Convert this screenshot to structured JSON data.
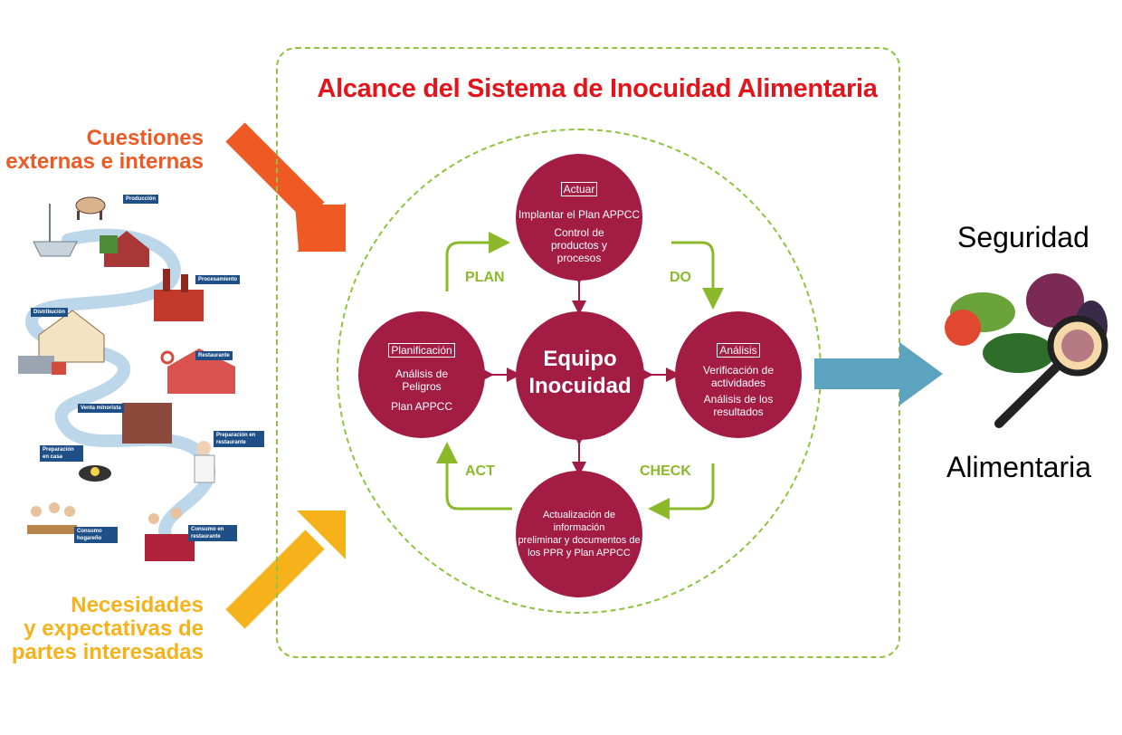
{
  "scope": {
    "title": "Alcance del Sistema de Inocuidad Alimentaria"
  },
  "inputs": {
    "top": {
      "line1": "Cuestiones",
      "line2": "externas e internas"
    },
    "bottom": {
      "line1": "Necesidades",
      "line2": "y expectativas de",
      "line3": "partes interesadas"
    }
  },
  "illustration": {
    "labels": [
      "Producción",
      "Procesamiento",
      "Distribución",
      "Restaurante",
      "Venta minorista",
      "Preparación en restaurante",
      "Preparación en casa",
      "Consumo hogareño",
      "Consumo en restaurante"
    ]
  },
  "cycle": {
    "center": {
      "line1": "Equipo",
      "line2": "Inocuidad"
    },
    "top": {
      "heading": "Actuar",
      "line1": "Implantar el Plan APPCC",
      "line2": "Control de",
      "line3": "productos y",
      "line4": "procesos"
    },
    "left": {
      "heading": "Planificación",
      "line1": "Análisis de",
      "line2": "Peligros",
      "line3": "Plan APPCC"
    },
    "right": {
      "heading": "Análisis",
      "line1": "Verificación de",
      "line2": "actividades",
      "line3": "Análisis de los",
      "line4": "resultados"
    },
    "bottom": {
      "line1": "Actualización de información",
      "line2": "preliminar y documentos de",
      "line3": "los PPR y Plan APPCC"
    },
    "phases": {
      "plan": "PLAN",
      "do": "DO",
      "check": "CHECK",
      "act": "ACT"
    }
  },
  "result": {
    "line1": "Seguridad",
    "line2": "Alimentaria"
  },
  "colors": {
    "node": "#a31c44",
    "phase_green": "#8bb92a",
    "dashed": "#8fc33f",
    "title_red": "#e3141b",
    "arrow_orange": "#ef5a24",
    "arrow_yellow": "#f6b21b",
    "arrow_blue": "#5ba3bf"
  }
}
